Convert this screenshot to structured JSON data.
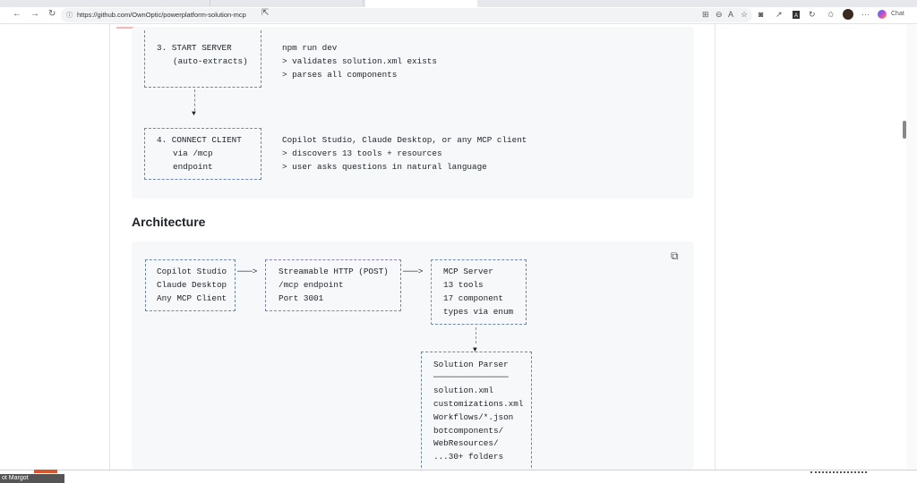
{
  "browser": {
    "url": "https://github.com/OwnOptic/powerplatform-solution-mcp",
    "nav": {
      "back": "←",
      "forward": "→",
      "reload": "↻"
    },
    "toolbar_icons": [
      "split-screen-icon",
      "zoom-icon",
      "read-aloud-icon",
      "favorite-icon",
      "camera-icon",
      "extension-icon",
      "extension-icon",
      "refresh-icon",
      "favorites-icon",
      "profile-avatar",
      "more-icon"
    ],
    "copilot_label": "Chat"
  },
  "flow": {
    "step3": {
      "title": "3. START SERVER",
      "sub": "(auto-extracts)",
      "notes": [
        "npm run dev",
        "> validates solution.xml exists",
        "> parses all components"
      ]
    },
    "arrow": "▼",
    "step4": {
      "title": "4. CONNECT CLIENT",
      "sub": [
        "via /mcp",
        "endpoint"
      ],
      "notes": [
        "Copilot Studio, Claude Desktop, or any MCP client",
        "> discovers 13 tools + resources",
        "> user asks questions in natural language"
      ]
    }
  },
  "architecture": {
    "heading": "Architecture",
    "copy_icon": "copy-icon",
    "clients": [
      "Copilot Studio",
      "Claude Desktop",
      "Any MCP Client"
    ],
    "arrow1": "───>",
    "transport": [
      "Streamable HTTP (POST)",
      "/mcp endpoint",
      "Port 3001"
    ],
    "arrow2": "───>",
    "server": [
      "MCP Server",
      "13 tools",
      "17 component",
      "types via enum"
    ],
    "down_arrow": "▼",
    "parser": {
      "title": "Solution Parser",
      "separator": "───────────────",
      "items": [
        "solution.xml",
        "customizations.xml",
        "Workflows/*.json",
        "botcomponents/",
        "WebResources/",
        "...30+ folders"
      ]
    }
  },
  "taskbar": {
    "label": "ot Margot"
  },
  "colors": {
    "box_blue": "#6f86b0",
    "box_red": "#c0697a",
    "box_orange": "#c08a4a",
    "code_bg": "#f6f8fa"
  }
}
